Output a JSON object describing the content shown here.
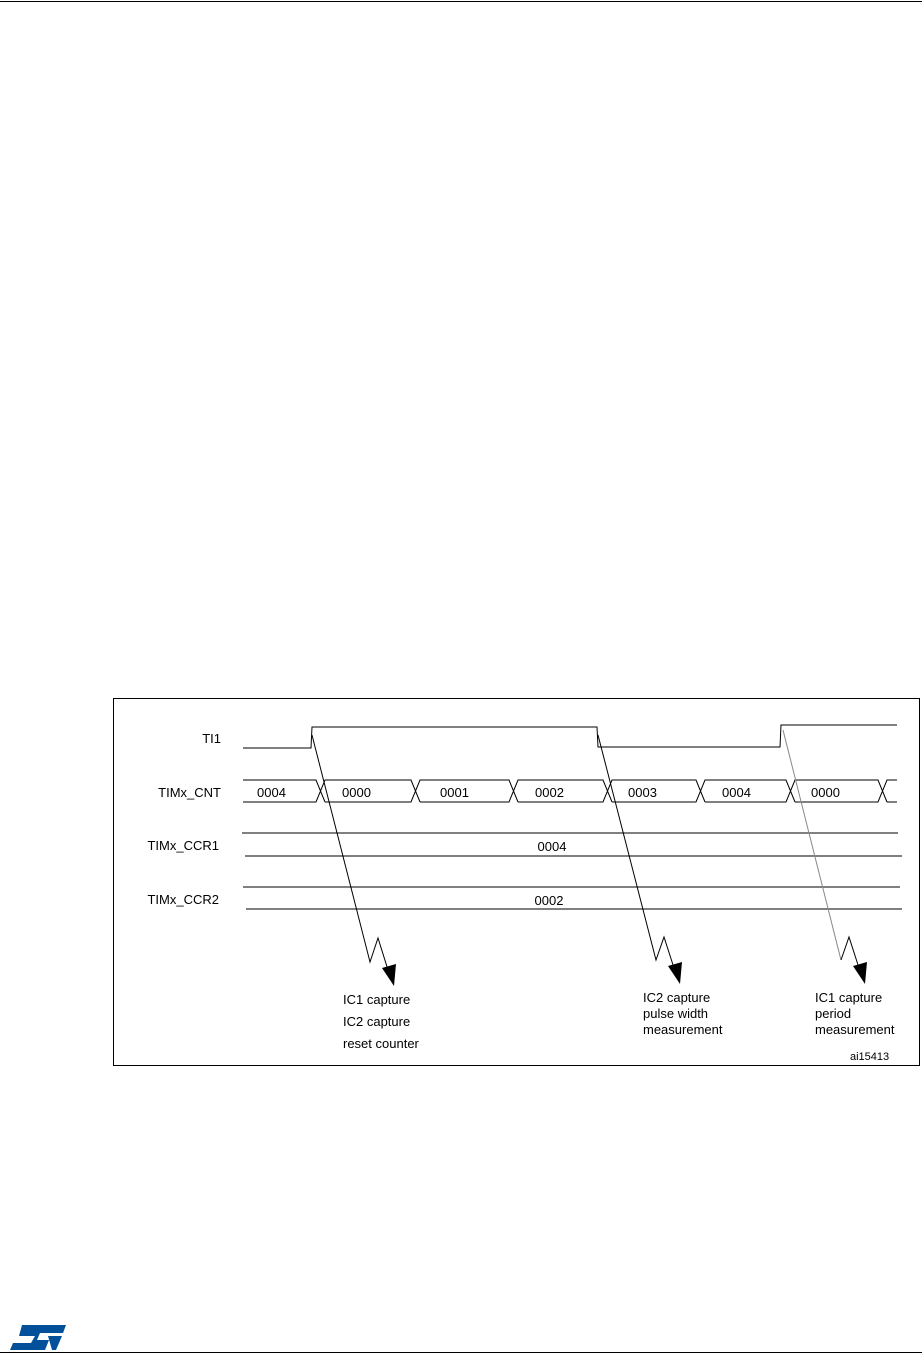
{
  "figure": {
    "signals": {
      "ti1": "TI1",
      "cnt": "TIMx_CNT",
      "ccr1": "TIMx_CCR1",
      "ccr2": "TIMx_CCR2"
    },
    "cnt_values": [
      "0004",
      "0000",
      "0001",
      "0002",
      "0003",
      "0004",
      "0000"
    ],
    "ccr1_value": "0004",
    "ccr2_value": "0002",
    "annotations": [
      {
        "lines": [
          "IC1 capture",
          "IC2 capture",
          "reset counter"
        ]
      },
      {
        "lines": [
          "IC2 capture",
          "pulse width",
          "measurement"
        ]
      },
      {
        "lines": [
          "IC1 capture",
          "period",
          "measurement"
        ]
      }
    ],
    "figure_id": "ai15413"
  },
  "footer": {
    "logo_text": "ST",
    "logo_color": "#03509a"
  }
}
